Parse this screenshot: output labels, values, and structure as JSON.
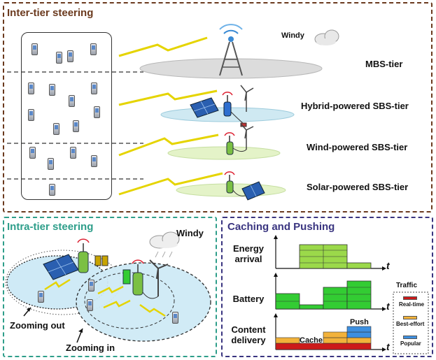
{
  "panels": {
    "inter": {
      "title": "Inter-tier steering",
      "color": "#6b3a1e"
    },
    "intra": {
      "title": "Intra-tier steering",
      "color": "#2e9e8a"
    },
    "cache": {
      "title": "Caching and Pushing",
      "color": "#3a3580"
    }
  },
  "inter": {
    "weather": "Windy",
    "tiers": [
      {
        "label": "MBS-tier"
      },
      {
        "label": "Hybrid-powered SBS-tier"
      },
      {
        "label": "Wind-powered SBS-tier"
      },
      {
        "label": "Solar-powered SBS-tier"
      }
    ]
  },
  "intra": {
    "weather": "Windy",
    "zoom_out": "Zooming out",
    "zoom_in": "Zooming in"
  },
  "caching": {
    "rows": [
      "Energy arrival",
      "Battery",
      "Content delivery"
    ],
    "axis_symbol": "t",
    "cache_label": "Cache",
    "push_label": "Push",
    "legend": {
      "title": "Traffic",
      "items": [
        {
          "label": "Real-time",
          "color": "#cc1a1a"
        },
        {
          "label": "Best-effort",
          "color": "#f2b23a"
        },
        {
          "label": "Popular",
          "color": "#3d8fe0"
        }
      ]
    },
    "colors": {
      "energy": "#9bd94a",
      "battery": "#33cc33"
    }
  }
}
